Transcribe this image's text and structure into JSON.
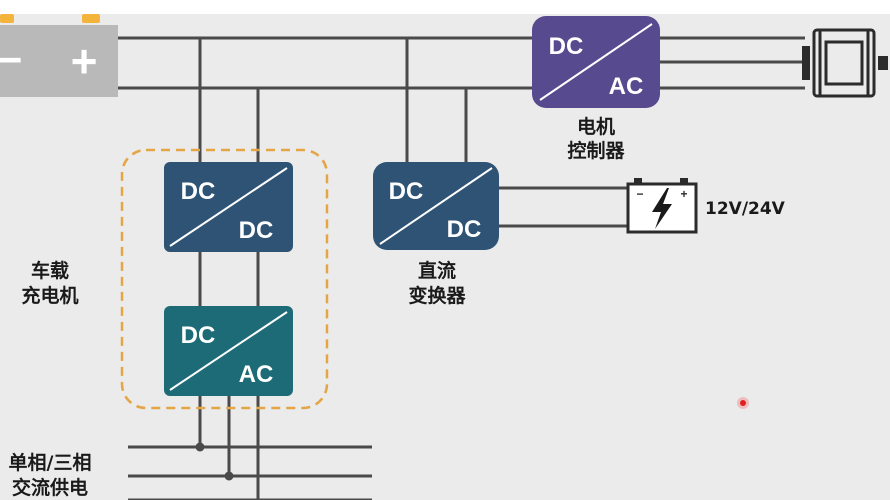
{
  "battery": {
    "minus": "−",
    "plus": "+"
  },
  "motor_controller": {
    "top": "DC",
    "bottom": "AC",
    "label_line1": "电机",
    "label_line2": "控制器"
  },
  "obc_dcdc": {
    "top": "DC",
    "bottom": "DC"
  },
  "obc_dcac": {
    "top": "DC",
    "bottom": "AC"
  },
  "obc_label": {
    "line1": "车载",
    "line2": "充电机"
  },
  "dc_converter": {
    "top": "DC",
    "bottom": "DC",
    "label_line1": "直流",
    "label_line2": "变换器"
  },
  "aux_battery": {
    "voltage": "12V/24V",
    "minus": "−",
    "plus": "+"
  },
  "grid_label": {
    "line1": "单相/三相",
    "line2": "交流供电"
  },
  "colors": {
    "wire": "#4a4a4a",
    "converter_blue": "#2e5375",
    "converter_teal": "#1e6b78",
    "converter_purple": "#574a8e",
    "dashed_box": "#e3a545",
    "battery_gray": "#b9b9b9",
    "battery_terminal": "#f4b43c"
  }
}
